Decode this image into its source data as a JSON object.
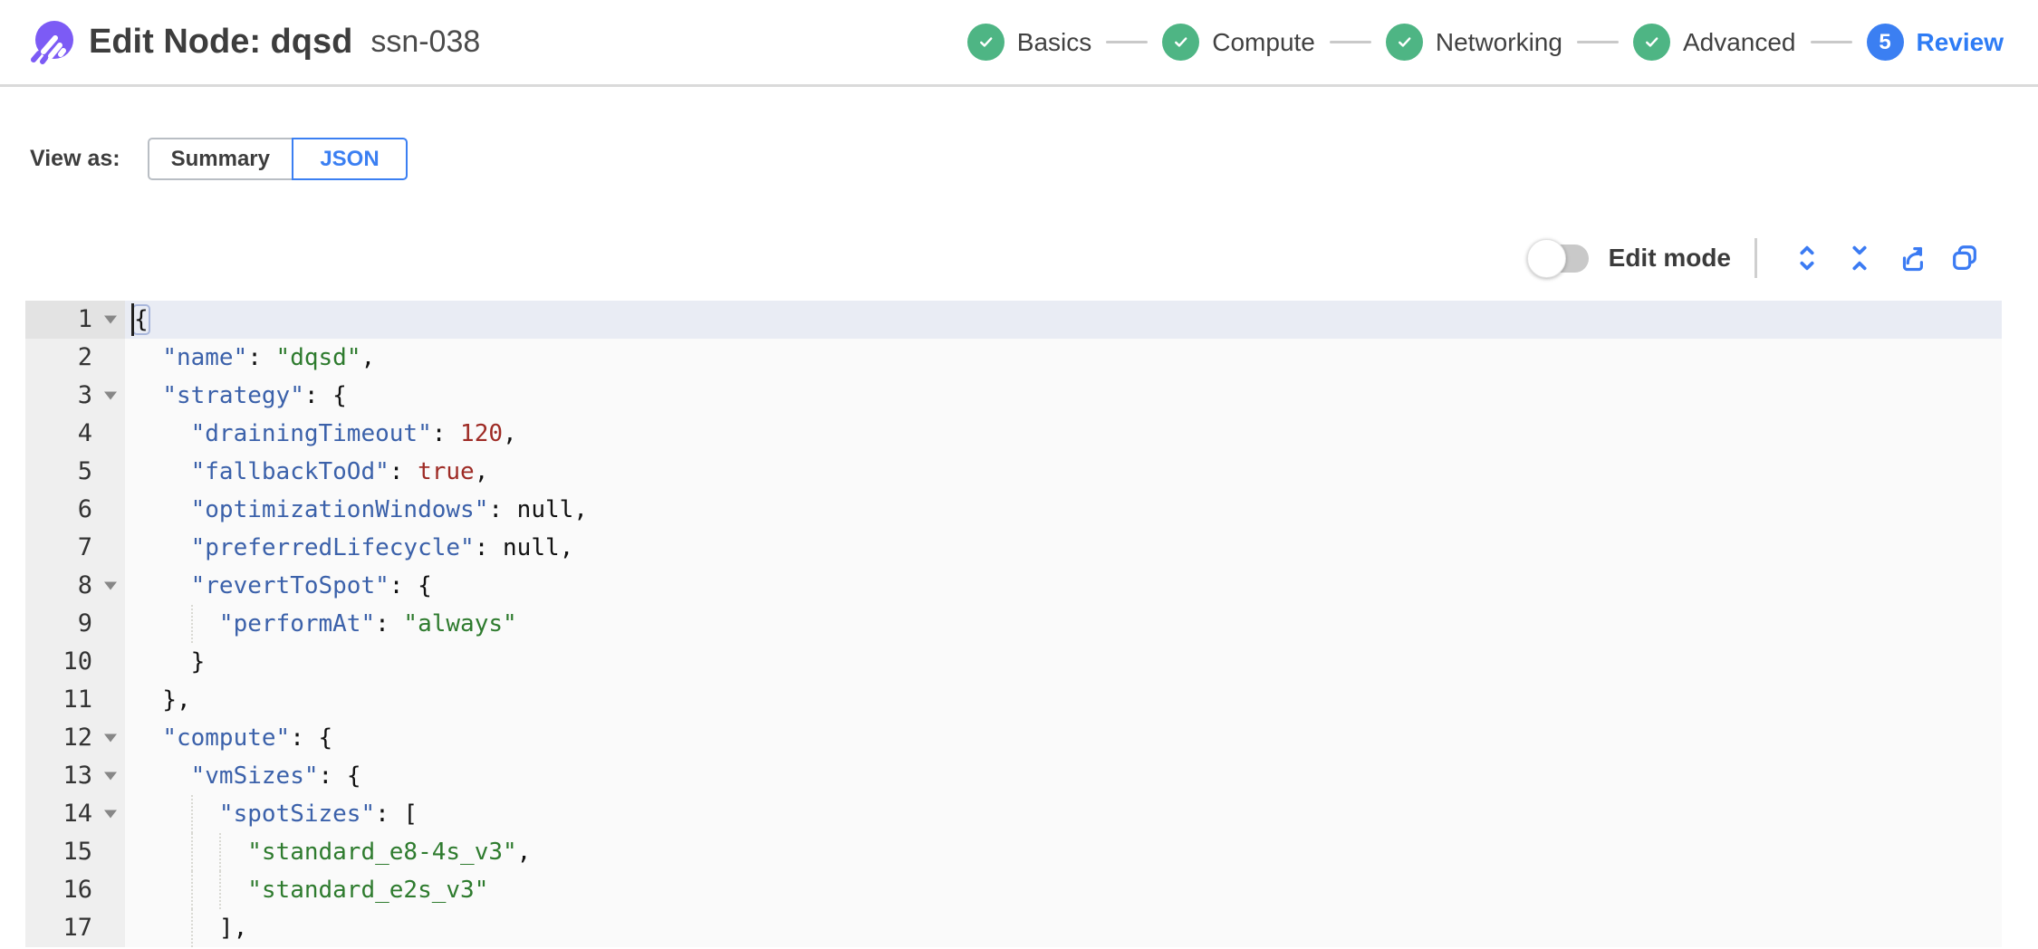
{
  "header": {
    "title": "Edit Node: dqsd",
    "subtitle": "ssn-038",
    "logo_icon": "comet-logo-icon",
    "steps": [
      {
        "label": "Basics",
        "state": "done"
      },
      {
        "label": "Compute",
        "state": "done"
      },
      {
        "label": "Networking",
        "state": "done"
      },
      {
        "label": "Advanced",
        "state": "done"
      },
      {
        "label": "Review",
        "state": "active",
        "number": "5"
      }
    ]
  },
  "view_as": {
    "label": "View as:",
    "options": [
      {
        "label": "Summary",
        "selected": false
      },
      {
        "label": "JSON",
        "selected": true
      }
    ]
  },
  "toolbar": {
    "edit_mode_label": "Edit mode",
    "edit_mode_on": false,
    "icons": [
      "expand-all-icon",
      "collapse-all-icon",
      "share-icon",
      "copy-icon"
    ]
  },
  "colors": {
    "accent_blue": "#3b7ff2",
    "step_green": "#4eb584",
    "logo_purple": "#7c5bf5",
    "code_key": "#3b61aa",
    "code_string": "#2e7b2e",
    "code_number": "#9e2b25",
    "active_line": "#e9ecf4"
  },
  "editor": {
    "lines": [
      {
        "n": 1,
        "ind": 0,
        "fold": true,
        "active": true,
        "cursor": true,
        "t": [
          [
            "m",
            "{"
          ]
        ]
      },
      {
        "n": 2,
        "ind": 2,
        "t": [
          [
            "k",
            "\"name\""
          ],
          [
            "p",
            ": "
          ],
          [
            "s",
            "\"dqsd\""
          ],
          [
            "p",
            ","
          ]
        ]
      },
      {
        "n": 3,
        "ind": 2,
        "fold": true,
        "t": [
          [
            "k",
            "\"strategy\""
          ],
          [
            "p",
            ": {"
          ]
        ]
      },
      {
        "n": 4,
        "ind": 4,
        "t": [
          [
            "k",
            "\"drainingTimeout\""
          ],
          [
            "p",
            ": "
          ],
          [
            "n",
            "120"
          ],
          [
            "p",
            ","
          ]
        ]
      },
      {
        "n": 5,
        "ind": 4,
        "t": [
          [
            "k",
            "\"fallbackToOd\""
          ],
          [
            "p",
            ": "
          ],
          [
            "b",
            "true"
          ],
          [
            "p",
            ","
          ]
        ]
      },
      {
        "n": 6,
        "ind": 4,
        "t": [
          [
            "k",
            "\"optimizationWindows\""
          ],
          [
            "p",
            ": "
          ],
          [
            "u",
            "null"
          ],
          [
            "p",
            ","
          ]
        ]
      },
      {
        "n": 7,
        "ind": 4,
        "t": [
          [
            "k",
            "\"preferredLifecycle\""
          ],
          [
            "p",
            ": "
          ],
          [
            "u",
            "null"
          ],
          [
            "p",
            ","
          ]
        ]
      },
      {
        "n": 8,
        "ind": 4,
        "fold": true,
        "t": [
          [
            "k",
            "\"revertToSpot\""
          ],
          [
            "p",
            ": {"
          ]
        ]
      },
      {
        "n": 9,
        "ind": 6,
        "t": [
          [
            "k",
            "\"performAt\""
          ],
          [
            "p",
            ": "
          ],
          [
            "s",
            "\"always\""
          ]
        ]
      },
      {
        "n": 10,
        "ind": 4,
        "t": [
          [
            "p",
            "}"
          ]
        ]
      },
      {
        "n": 11,
        "ind": 2,
        "t": [
          [
            "p",
            "},"
          ]
        ]
      },
      {
        "n": 12,
        "ind": 2,
        "fold": true,
        "t": [
          [
            "k",
            "\"compute\""
          ],
          [
            "p",
            ": {"
          ]
        ]
      },
      {
        "n": 13,
        "ind": 4,
        "fold": true,
        "t": [
          [
            "k",
            "\"vmSizes\""
          ],
          [
            "p",
            ": {"
          ]
        ]
      },
      {
        "n": 14,
        "ind": 6,
        "fold": true,
        "t": [
          [
            "k",
            "\"spotSizes\""
          ],
          [
            "p",
            ": ["
          ]
        ]
      },
      {
        "n": 15,
        "ind": 8,
        "t": [
          [
            "s",
            "\"standard_e8-4s_v3\""
          ],
          [
            "p",
            ","
          ]
        ]
      },
      {
        "n": 16,
        "ind": 8,
        "t": [
          [
            "s",
            "\"standard_e2s_v3\""
          ]
        ]
      },
      {
        "n": 17,
        "ind": 6,
        "t": [
          [
            "p",
            "],"
          ]
        ]
      }
    ]
  }
}
